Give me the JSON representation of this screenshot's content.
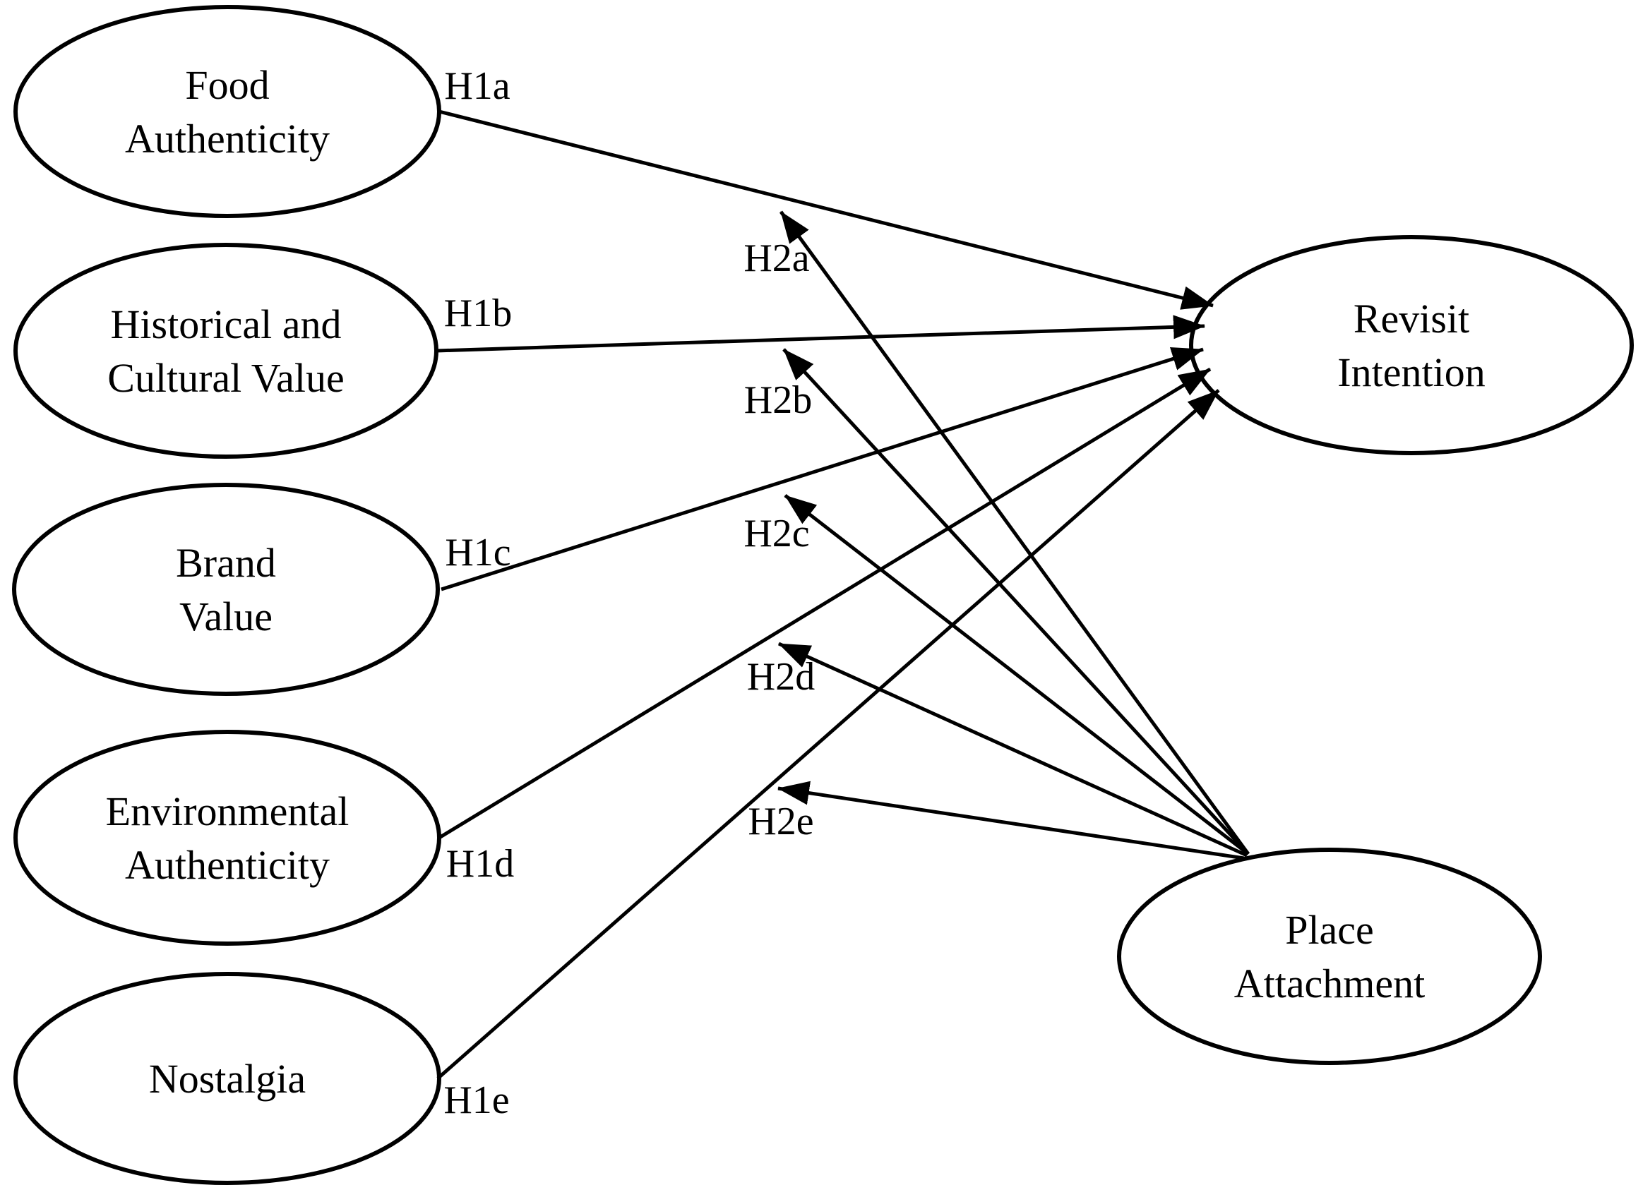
{
  "figure": {
    "type": "hypothesis-path-diagram",
    "background_color": "#ffffff",
    "ink_color": "#000000"
  },
  "nodes": {
    "food_authenticity": {
      "line1": "Food",
      "line2": "Authenticity"
    },
    "historical_cultural_value": {
      "line1": "Historical and",
      "line2": "Cultural Value"
    },
    "brand_value": {
      "line1": "Brand",
      "line2": "Value"
    },
    "environmental_authenticity": {
      "line1": "Environmental",
      "line2": "Authenticity"
    },
    "nostalgia": {
      "line1": "Nostalgia"
    },
    "revisit_intention": {
      "line1": "Revisit",
      "line2": "Intention"
    },
    "place_attachment": {
      "line1": "Place",
      "line2": "Attachment"
    }
  },
  "path_labels": {
    "h1a": "H1a",
    "h1b": "H1b",
    "h1c": "H1c",
    "h1d": "H1d",
    "h1e": "H1e",
    "h2a": "H2a",
    "h2b": "H2b",
    "h2c": "H2c",
    "h2d": "H2d",
    "h2e": "H2e"
  },
  "edges": [
    {
      "label": "H1a",
      "from": "Food Authenticity",
      "to": "Revisit Intention"
    },
    {
      "label": "H1b",
      "from": "Historical and Cultural Value",
      "to": "Revisit Intention"
    },
    {
      "label": "H1c",
      "from": "Brand Value",
      "to": "Revisit Intention"
    },
    {
      "label": "H1d",
      "from": "Environmental Authenticity",
      "to": "Revisit Intention"
    },
    {
      "label": "H1e",
      "from": "Nostalgia",
      "to": "Revisit Intention"
    },
    {
      "label": "H2a",
      "from": "Place Attachment",
      "to": "H1a path"
    },
    {
      "label": "H2b",
      "from": "Place Attachment",
      "to": "H1b path"
    },
    {
      "label": "H2c",
      "from": "Place Attachment",
      "to": "H1c path"
    },
    {
      "label": "H2d",
      "from": "Place Attachment",
      "to": "H1d path"
    },
    {
      "label": "H2e",
      "from": "Place Attachment",
      "to": "H1e path"
    }
  ]
}
